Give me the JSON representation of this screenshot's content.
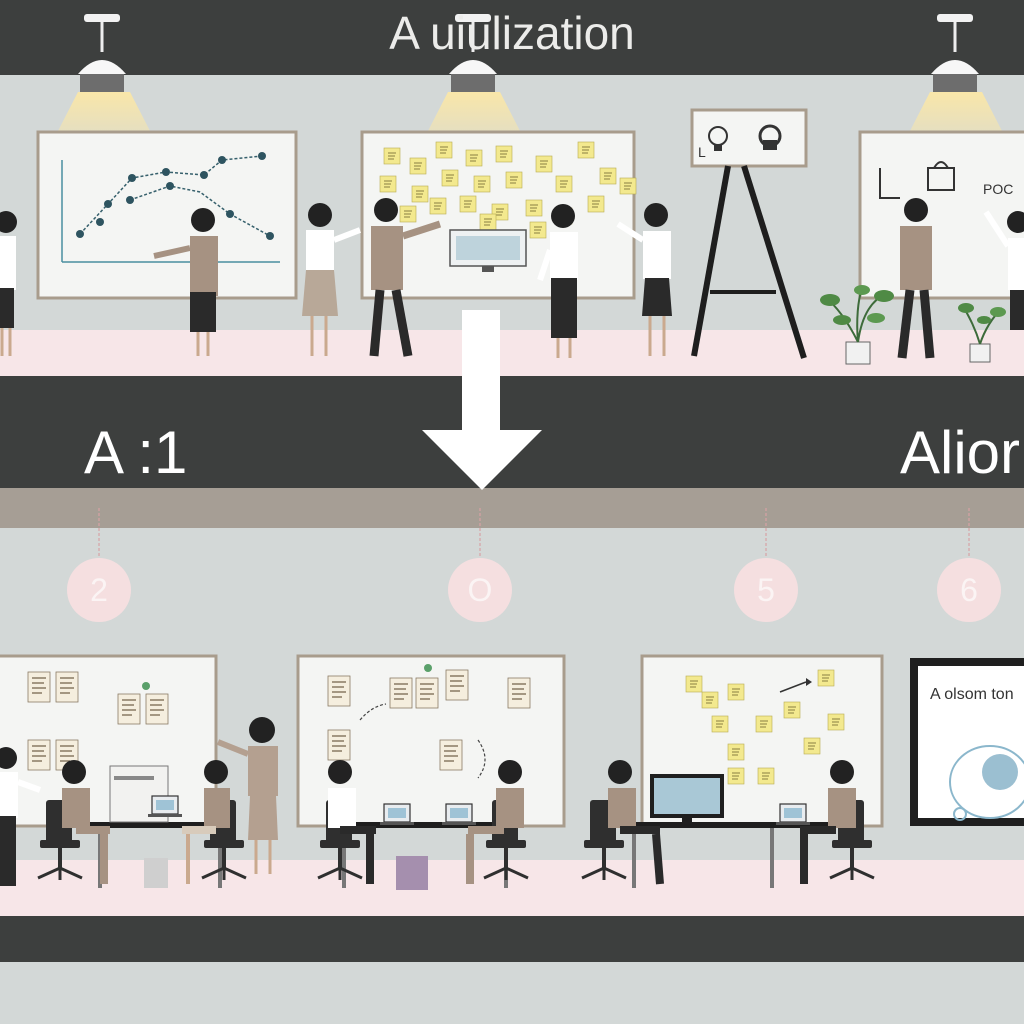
{
  "header": {
    "title": "A uiulization"
  },
  "divider": {
    "left_label": "A :1",
    "right_label": "Alior"
  },
  "steps": [
    "2",
    "O",
    "5",
    "6"
  ],
  "top_scene": {
    "easel_letter": "L",
    "board_label": "POC"
  },
  "bottom_scene": {
    "screen_caption": "A olsom ton"
  },
  "colors": {
    "wall": "#d3d8d7",
    "dark_band": "#3d3f3e",
    "taupe_band": "#a69e95",
    "floor": "#f7e6e8",
    "sticky_note": "#f3e98e",
    "lamp_light": "#fbe7a6",
    "step_circle": "#f5dfe0"
  },
  "icons": [
    "pendant-lamp-icon",
    "down-arrow-icon",
    "lightbulb-icon",
    "padlock-icon",
    "plant-icon"
  ]
}
